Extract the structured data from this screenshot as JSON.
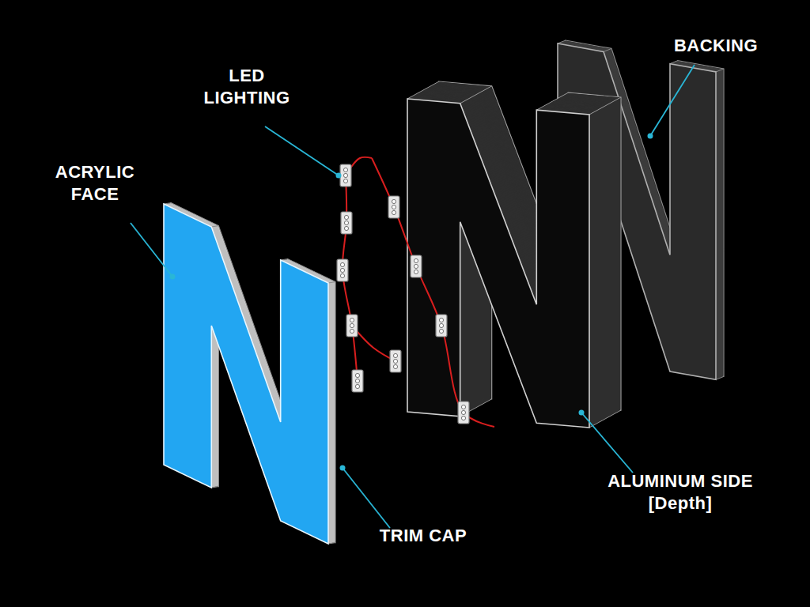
{
  "diagram": {
    "labels": [
      "LED LIGHTING",
      "ACRYLIC FACE",
      "BACKING",
      "ALUMINUM SIDE [Depth]",
      "TRIM CAP"
    ]
  }
}
